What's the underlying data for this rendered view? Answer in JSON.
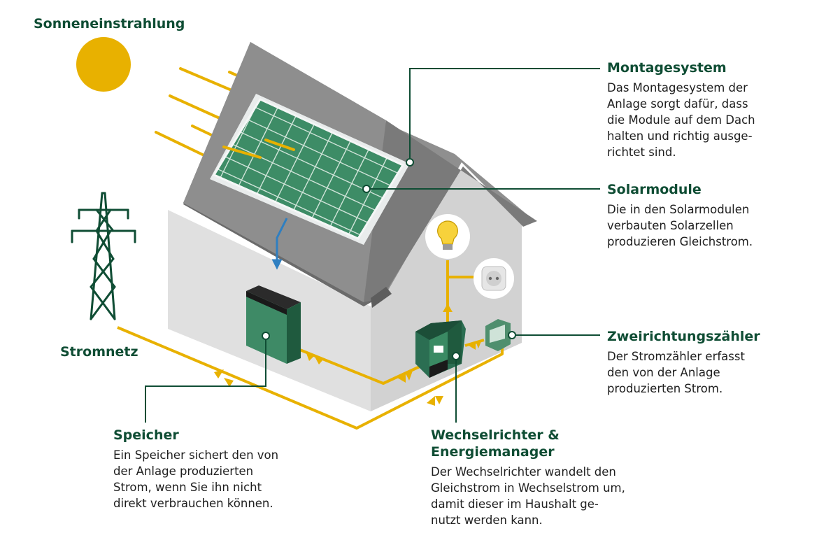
{
  "labels": {
    "sonneneinstrahlung": "Sonneneinstrahlung",
    "stromnetz": "Stromnetz"
  },
  "callouts": {
    "montagesystem": {
      "title": "Montagesystem",
      "text": "Das Montagesystem der\nAnlage sorgt dafür, dass\ndie Module auf dem Dach\nhalten und richtig ausge-\nrichtet sind."
    },
    "solarmodule": {
      "title": "Solarmodule",
      "text": "Die in den Solarmodulen\nverbauten Solarzellen\nproduzieren Gleichstrom."
    },
    "zweirichtungszaehler": {
      "title": "Zweirichtungszähler",
      "text": "Der Stromzähler erfasst\nden von der Anlage\n produzierten Strom."
    },
    "speicher": {
      "title": "Speicher",
      "text": "Ein Speicher sichert den von\nder Anlage produzierten\nStrom, wenn Sie ihn nicht\ndirekt verbrauchen können."
    },
    "wechselrichter": {
      "title": "Wechselrichter &\nEnergiemanager",
      "text": "Der Wechselrichter wandelt den\nGleichstrom in Wechselstrom um,\ndamit dieser im Haushalt ge-\nnutzt werden kann."
    }
  },
  "colors": {
    "green": "#0f4d34",
    "sun": "#e8b100",
    "flow": "#e8b100",
    "dc_line": "#2f7fc1",
    "wall": "#dcdcdc",
    "roof": "#8e8e8e",
    "panel": "#3d8c66"
  },
  "icons": [
    "sun-icon",
    "power-pylon-icon",
    "light-bulb-icon",
    "power-socket-icon",
    "battery-storage-icon",
    "inverter-icon",
    "meter-icon"
  ]
}
